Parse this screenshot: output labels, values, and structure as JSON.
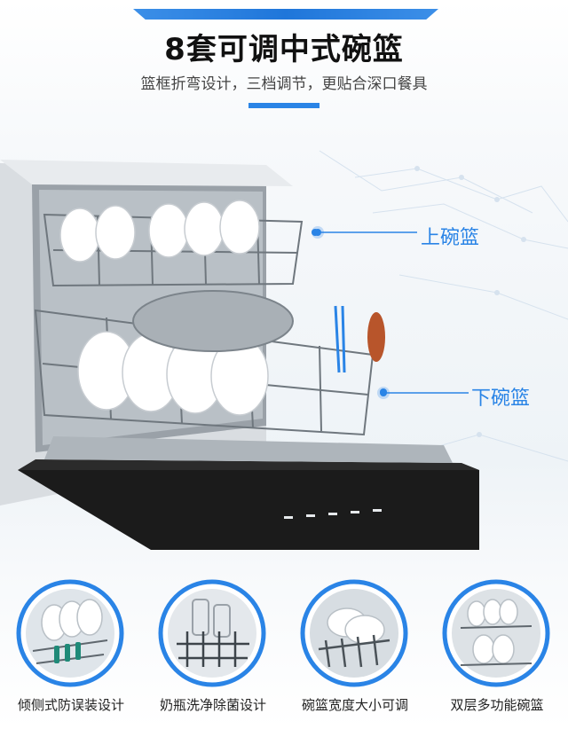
{
  "header": {
    "title": "8套可调中式碗篮",
    "subtitle": "篮框折弯设计，三档调节，更贴合深口餐具"
  },
  "callouts": {
    "upper_basket": "上碗篮",
    "lower_basket": "下碗篮"
  },
  "features": [
    {
      "label": "倾侧式防误装设计",
      "icon": "tilted-rack-icon"
    },
    {
      "label": "奶瓶洗净除菌设计",
      "icon": "bottle-holder-icon"
    },
    {
      "label": "碗篮宽度大小可调",
      "icon": "adjustable-basket-icon"
    },
    {
      "label": "双层多功能碗篮",
      "icon": "double-layer-basket-icon"
    }
  ],
  "colors": {
    "accent": "#2a84e6",
    "title_text": "#111111",
    "body_text": "#444444",
    "appliance_dark": "#1b1b1b",
    "steel": "#c9ced3"
  }
}
